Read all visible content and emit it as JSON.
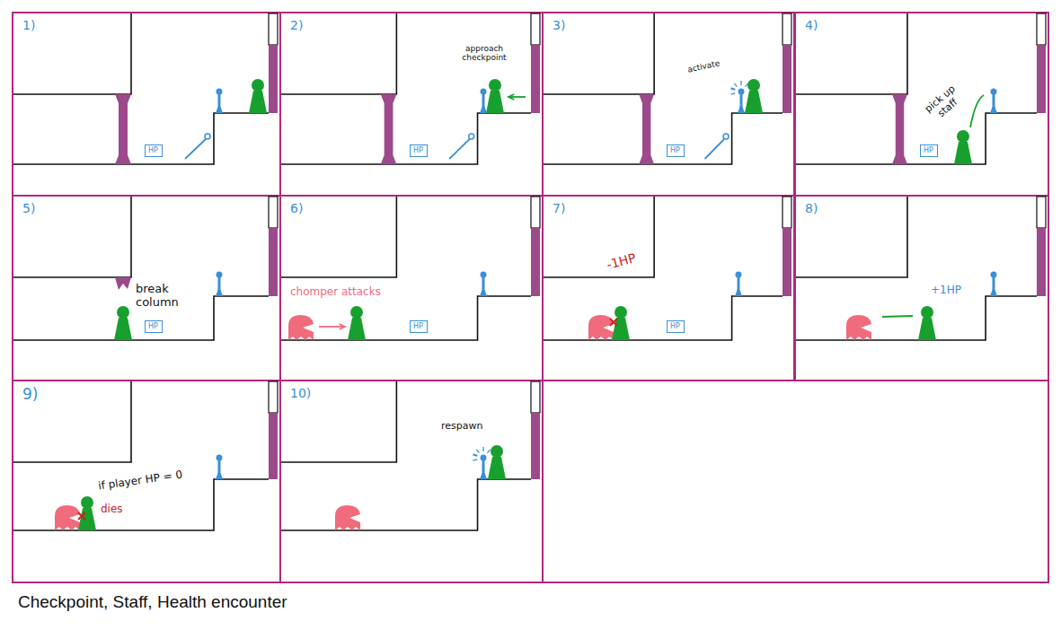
{
  "diagram": {
    "caption": "Checkpoint, Staff, Health encounter",
    "nodes": [
      {
        "text": [
          "1)"
        ]
      },
      {
        "text": [
          "HP"
        ],
        "in": 0
      },
      {
        "text": [
          "2)",
          "approach checkpoint"
        ]
      },
      {
        "text": [
          "HP"
        ],
        "in": 2
      },
      {
        "text": [
          "3)",
          "activate"
        ]
      },
      {
        "text": [
          "HP"
        ],
        "in": 4
      },
      {
        "text": [
          "4)",
          "pick up staff"
        ]
      },
      {
        "text": [
          "HP"
        ],
        "in": 6
      },
      {
        "text": [
          "5)",
          "break column"
        ]
      },
      {
        "text": [
          "HP"
        ],
        "in": 8
      },
      {
        "text": [
          "6)",
          "chomper attacks"
        ]
      },
      {
        "text": [
          "HP"
        ],
        "in": 10
      },
      {
        "text": [
          "7)",
          "-1HP"
        ]
      },
      {
        "text": [
          "HP"
        ],
        "in": 12
      },
      {
        "text": [
          "8)",
          "+1HP"
        ]
      },
      {
        "text": [
          "9)",
          "if player HP = 0",
          "dies"
        ]
      },
      {
        "text": [
          "10)",
          "respawn"
        ]
      }
    ]
  }
}
